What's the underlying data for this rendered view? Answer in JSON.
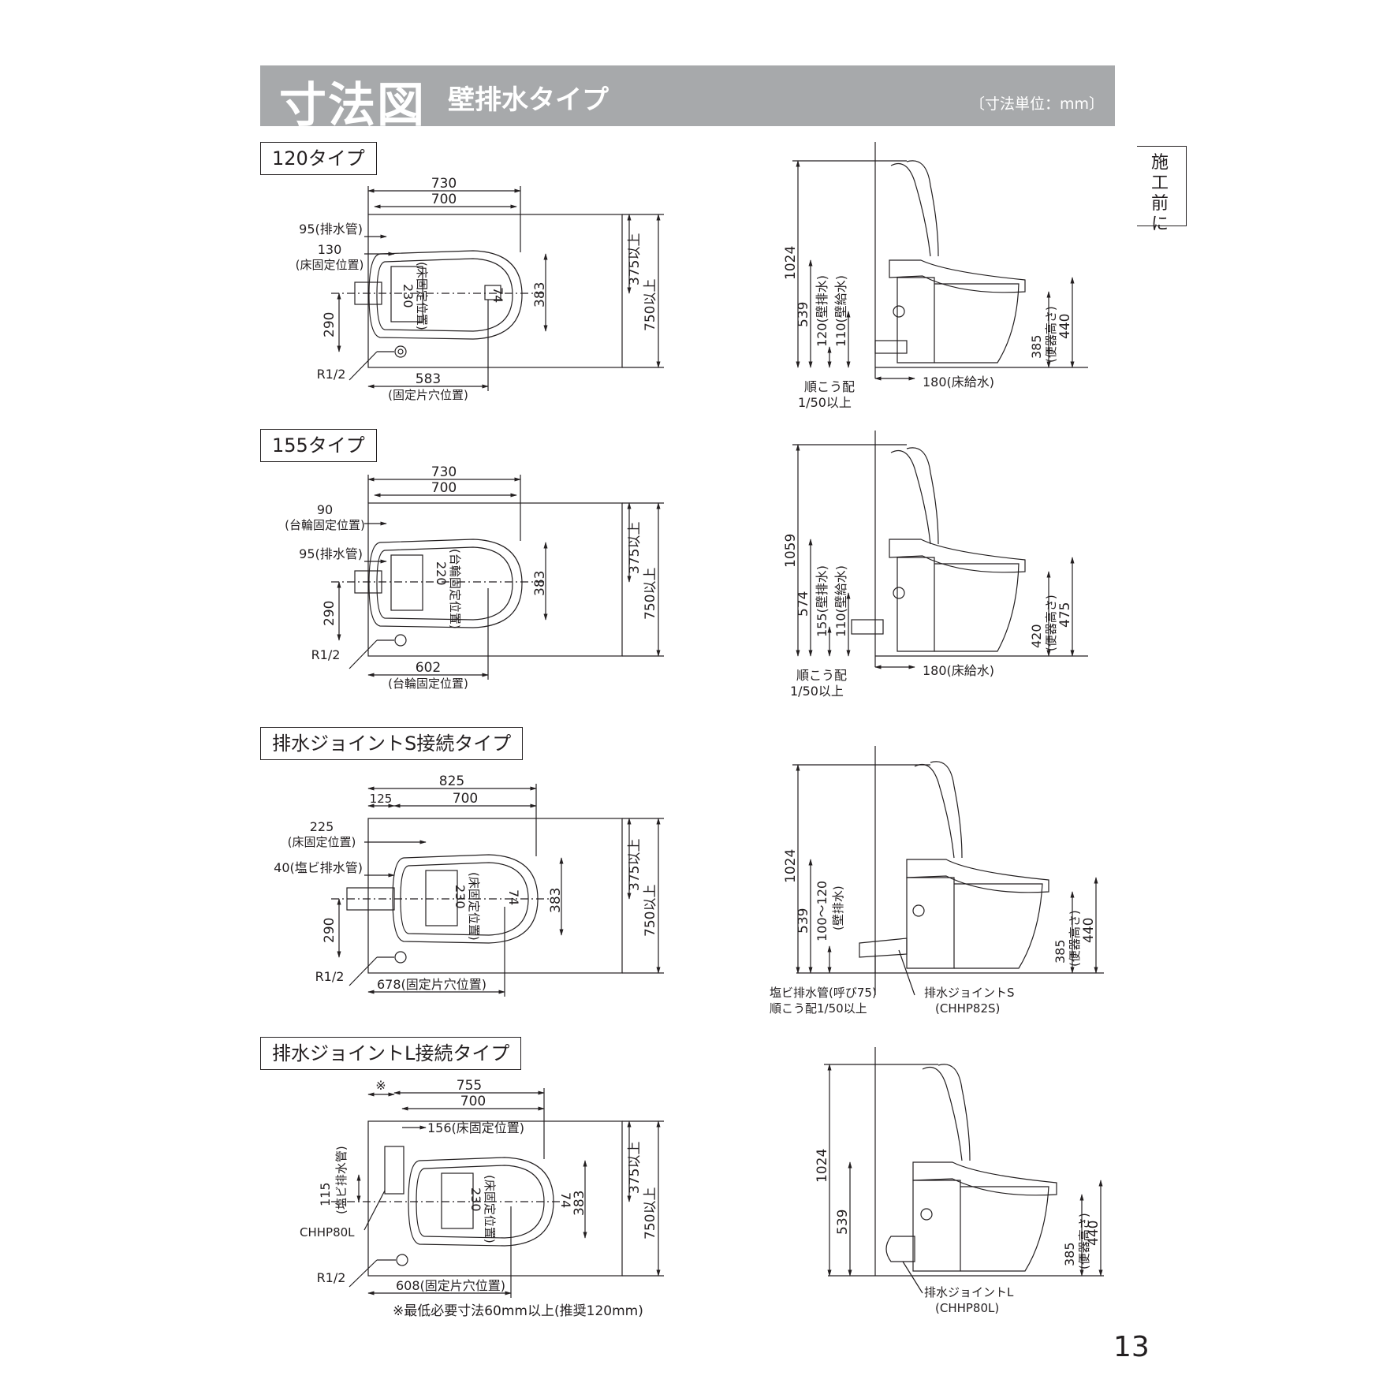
{
  "header": {
    "title": "寸法図",
    "subtitle": "壁排水タイプ",
    "unit_note": "〔寸法単位：mm〕"
  },
  "side_tab": "施工前に",
  "page_number": "13",
  "sections": [
    {
      "label": "120タイプ",
      "plan": {
        "d730": "730",
        "d700": "700",
        "d95": "95(排水管)",
        "d130": "130",
        "d130_note": "(床固定位置)",
        "d230": "230",
        "d230_note": "(床固定位置)",
        "d383": "383",
        "d375": "375以上",
        "d750": "750以上",
        "d290": "290",
        "r12": "R1/2",
        "d583": "583",
        "d583_note": "(固定片穴位置)",
        "mark74": "74"
      },
      "side": {
        "d1024": "1024",
        "d539": "539",
        "d120": "120(壁排水)",
        "d110": "110(壁給水)",
        "d385": "385",
        "d385_note": "(便器高さ)",
        "d440": "440",
        "slope": "順こう配",
        "slope2": "1/50以上",
        "d180": "180(床給水)"
      }
    },
    {
      "label": "155タイプ",
      "plan": {
        "d730": "730",
        "d700": "700",
        "d90": "90",
        "d90_note": "(台輪固定位置)",
        "d95": "95(排水管)",
        "d220": "220",
        "d220_note": "(台輪固定位置)",
        "d383": "383",
        "d375": "375以上",
        "d750": "750以上",
        "d290": "290",
        "r12": "R1/2",
        "d602": "602",
        "d602_note": "(台輪固定位置)"
      },
      "side": {
        "d1059": "1059",
        "d574": "574",
        "d155": "155(壁排水)",
        "d110": "110(壁給水)",
        "d420": "420",
        "d420_note": "(便器高さ)",
        "d475": "475",
        "slope": "順こう配",
        "slope2": "1/50以上",
        "d180": "180(床給水)"
      }
    },
    {
      "label": "排水ジョイントS接続タイプ",
      "plan": {
        "d825": "825",
        "d125": "125",
        "d700": "700",
        "d225": "225",
        "d225_note": "(床固定位置)",
        "d40": "40(塩ビ排水管)",
        "d230": "230",
        "d230_note": "(床固定位置)",
        "d383": "383",
        "d375": "375以上",
        "d750": "750以上",
        "d290": "290",
        "r12": "R1/2",
        "d678": "678(固定片穴位置)",
        "mark74": "74"
      },
      "side": {
        "d1024": "1024",
        "d539": "539",
        "d100": "100～120",
        "d100_note": "(壁排水)",
        "d385": "385",
        "d385_note": "(便器高さ)",
        "d440": "440",
        "pipe": "塩ビ排水管(呼び75)",
        "pipe2": "順こう配1/50以上",
        "joint": "排水ジョイントS",
        "joint_code": "(CHHP82S)"
      }
    },
    {
      "label": "排水ジョイントL接続タイプ",
      "plan": {
        "note_mark": "※",
        "d755": "755",
        "d700": "700",
        "d156": "156(床固定位置)",
        "d115": "115",
        "d115_note": "(塩ビ排水管)",
        "code": "CHHP80L",
        "d230": "230",
        "d230_note": "(床固定位置)",
        "d383": "383",
        "d375": "375以上",
        "d750": "750以上",
        "r12": "R1/2",
        "d608": "608(固定片穴位置)",
        "footnote": "※最低必要寸法60mm以上(推奨120mm)",
        "mark74": "74"
      },
      "side": {
        "d1024": "1024",
        "d539": "539",
        "d385": "385",
        "d385_note": "(便器高さ)",
        "d440": "440",
        "joint": "排水ジョイントL",
        "joint_code": "(CHHP80L)"
      }
    }
  ]
}
